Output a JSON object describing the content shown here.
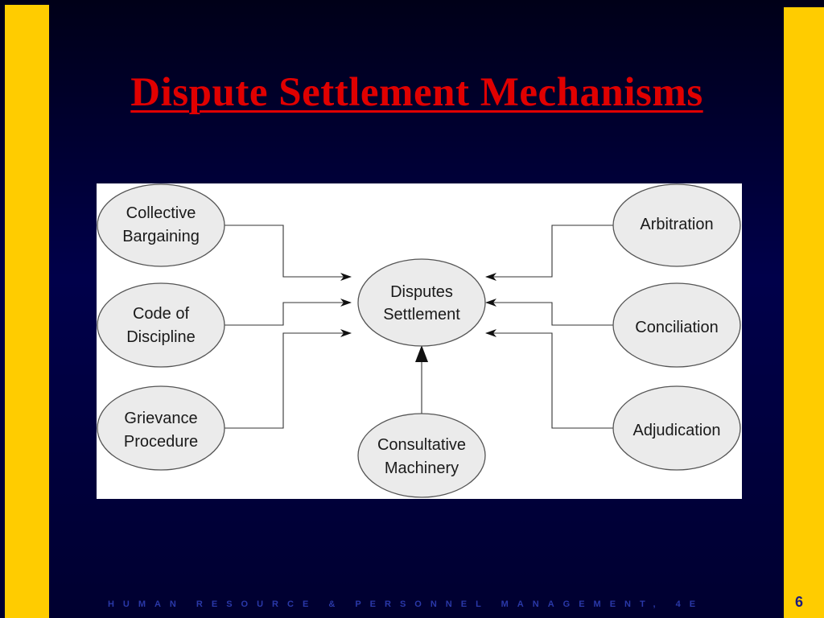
{
  "slide": {
    "title": "Dispute Settlement Mechanisms",
    "footer": "HUMAN RESOURCE & PERSONNEL MANAGEMENT, 4E",
    "page_number": "6"
  },
  "diagram": {
    "center": [
      "Disputes",
      "Settlement"
    ],
    "left": [
      [
        "Collective",
        "Bargaining"
      ],
      [
        "Code of",
        "Discipline"
      ],
      [
        "Grievance",
        "Procedure"
      ]
    ],
    "right": [
      [
        "Arbitration"
      ],
      [
        "Conciliation"
      ],
      [
        "Adjudication"
      ]
    ],
    "bottom": [
      "Consultative",
      "Machinery"
    ]
  },
  "colors": {
    "accent_bars": "#ffcc00",
    "title": "#e00000",
    "background": "#000040"
  }
}
